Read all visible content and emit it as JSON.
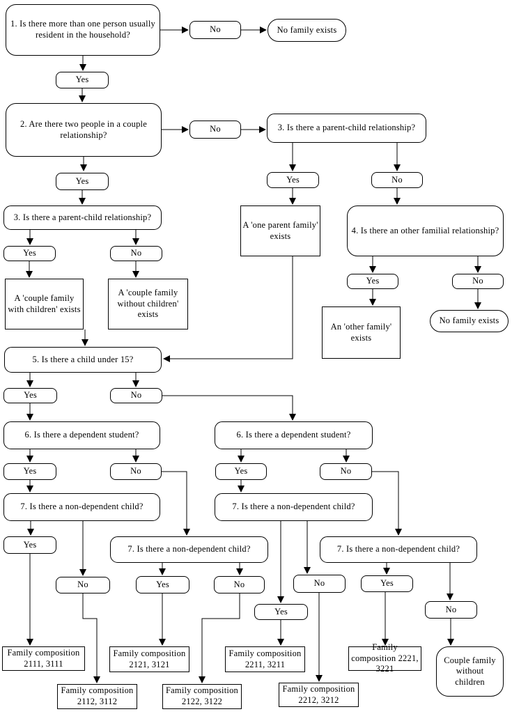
{
  "labels": {
    "yes": "Yes",
    "no": "No"
  },
  "nodes": {
    "q1": "1. Is there more than one person usually resident in the household?",
    "no_family_top": "No family exists",
    "q2": "2. Are there two people in a couple relationship?",
    "q3_right": "3. Is there a parent-child relationship?",
    "q3_left": "3. Is there a parent-child relationship?",
    "one_parent_family": "A 'one parent family' exists",
    "q4": "4. Is there an other familial relationship?",
    "other_family": "An 'other family' exists",
    "no_family_mid": "No family exists",
    "couple_with_children": "A 'couple family with children' exists",
    "couple_without_children": "A 'couple family without children' exists",
    "q5": "5. Is there a child under 15?",
    "q6_left": "6. Is there a dependent student?",
    "q6_right": "6. Is there a dependent student?",
    "q7_a": "7. Is there a non-dependent child?",
    "q7_b": "7. Is there a non-dependent child?",
    "q7_c": "7. Is there a non-dependent child?",
    "q7_d": "7. Is there a non-dependent child?",
    "fc_2111": "Family composition 2111, 3111",
    "fc_2112": "Family composition 2112, 3112",
    "fc_2121": "Family composition 2121, 3121",
    "fc_2122": "Family composition 2122, 3122",
    "fc_2211": "Family composition 2211, 3211",
    "fc_2212": "Family composition 2212, 3212",
    "fc_2221": "Family composition 2221, 3221",
    "couple_family_without_children_terminal": "Couple family without children"
  },
  "edges": [
    {
      "from": "q1",
      "label": "No",
      "to": "no_family_top"
    },
    {
      "from": "q1",
      "label": "Yes",
      "to": "q2"
    },
    {
      "from": "q2",
      "label": "No",
      "to": "q3_right"
    },
    {
      "from": "q2",
      "label": "Yes",
      "to": "q3_left"
    },
    {
      "from": "q3_right",
      "label": "Yes",
      "to": "one_parent_family"
    },
    {
      "from": "q3_right",
      "label": "No",
      "to": "q4"
    },
    {
      "from": "q4",
      "label": "Yes",
      "to": "other_family"
    },
    {
      "from": "q4",
      "label": "No",
      "to": "no_family_mid"
    },
    {
      "from": "q3_left",
      "label": "Yes",
      "to": "couple_with_children"
    },
    {
      "from": "q3_left",
      "label": "No",
      "to": "couple_without_children"
    },
    {
      "from": "couple_with_children",
      "label": "",
      "to": "q5"
    },
    {
      "from": "one_parent_family",
      "label": "",
      "to": "q5"
    },
    {
      "from": "q5",
      "label": "Yes",
      "to": "q6_left"
    },
    {
      "from": "q5",
      "label": "No",
      "to": "q6_right"
    },
    {
      "from": "q6_left",
      "label": "Yes",
      "to": "q7_a"
    },
    {
      "from": "q6_left",
      "label": "No",
      "to": "q7_b"
    },
    {
      "from": "q6_right",
      "label": "Yes",
      "to": "q7_c"
    },
    {
      "from": "q6_right",
      "label": "No",
      "to": "q7_d"
    },
    {
      "from": "q7_a",
      "label": "Yes",
      "to": "fc_2111"
    },
    {
      "from": "q7_a",
      "label": "No",
      "to": "fc_2112"
    },
    {
      "from": "q7_b",
      "label": "Yes",
      "to": "fc_2121"
    },
    {
      "from": "q7_b",
      "label": "No",
      "to": "fc_2122"
    },
    {
      "from": "q7_c",
      "label": "Yes",
      "to": "fc_2211"
    },
    {
      "from": "q7_c",
      "label": "No",
      "to": "fc_2212"
    },
    {
      "from": "q7_d",
      "label": "Yes",
      "to": "fc_2221"
    },
    {
      "from": "q7_d",
      "label": "No",
      "to": "couple_family_without_children_terminal"
    }
  ]
}
